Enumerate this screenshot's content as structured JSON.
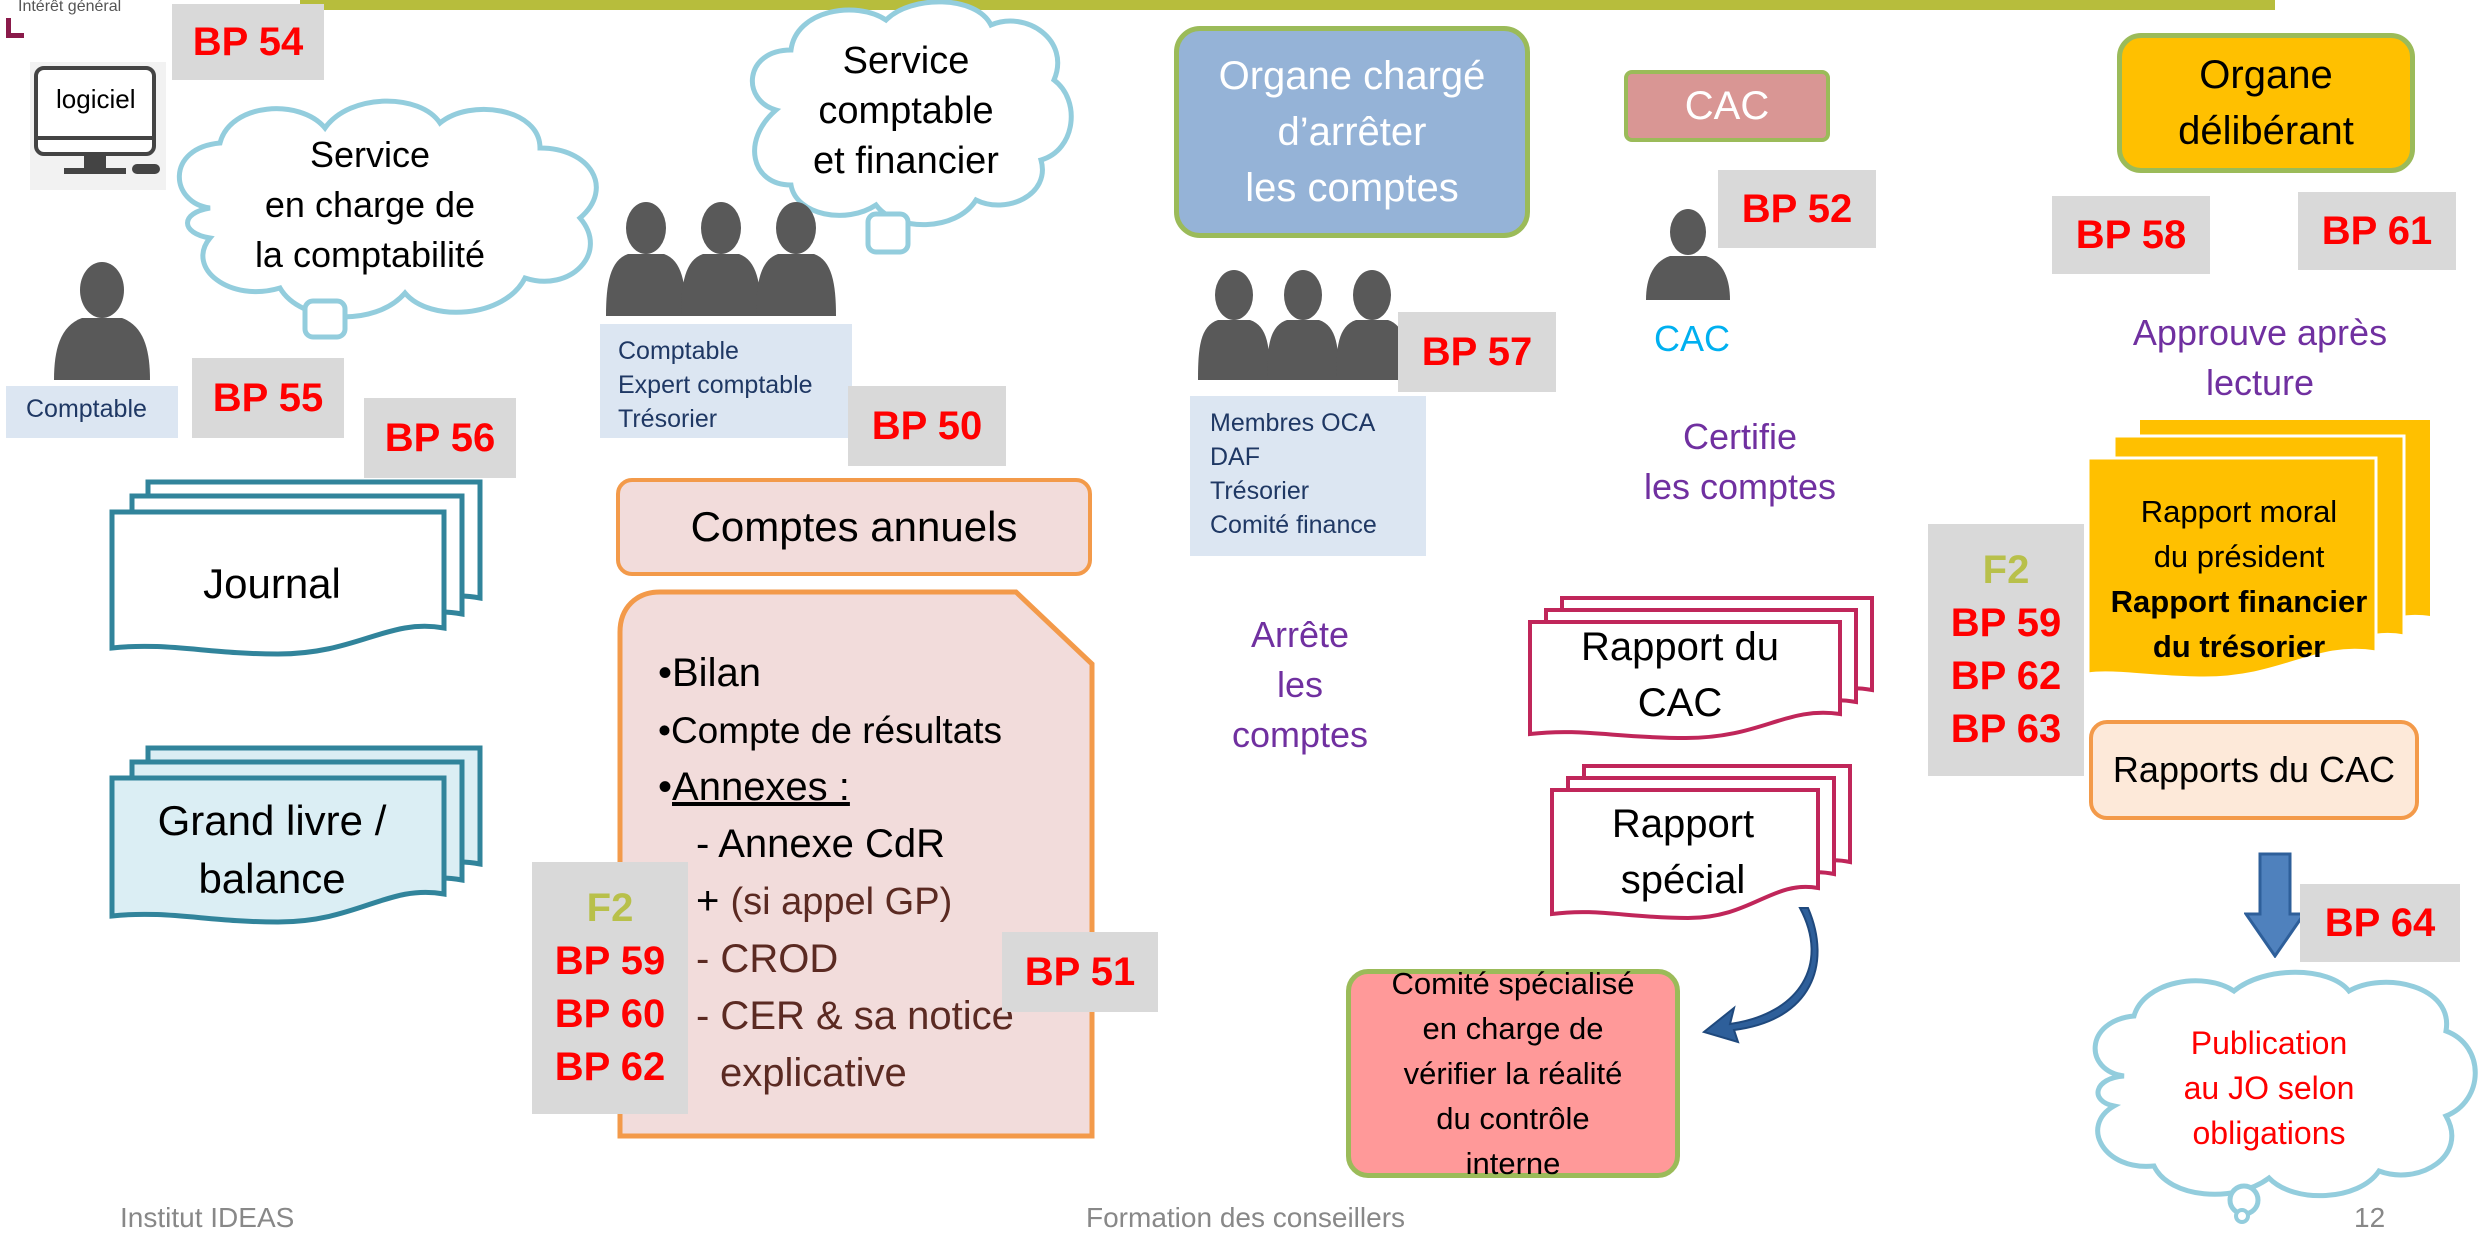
{
  "header": {
    "logo_text": "Intérêt général"
  },
  "badges": {
    "bp54": "BP 54",
    "bp55": "BP 55",
    "bp56": "BP 56",
    "bp50": "BP 50",
    "bp51": "BP 51",
    "bp57": "BP 57",
    "bp52": "BP 52",
    "bp58": "BP 58",
    "bp61": "BP 61",
    "bp64": "BP 64"
  },
  "left": {
    "logiciel": "logiciel",
    "cloud_lines": [
      "Service",
      "en charge de",
      "la comptabilité"
    ],
    "comptable": "Comptable",
    "journal": "Journal",
    "grand_livre_lines": [
      "Grand livre /",
      "balance"
    ]
  },
  "center_left": {
    "cloud_lines": [
      "Service",
      "comptable",
      "et financier"
    ],
    "roles": [
      "Comptable",
      "Expert comptable",
      "Trésorier"
    ],
    "comptes_annuels": "Comptes annuels",
    "items": {
      "bilan": "•Bilan",
      "compte_resultats": "•Compte de résultats",
      "annexes_bullet": "•",
      "annexes": "Annexes :",
      "annexe_cdr": "- Annexe CdR",
      "appel_gp_plus": "+",
      "appel_gp": "(si appel GP)",
      "crod": "- CROD",
      "cer": "- CER & sa notice",
      "cer2": "explicative"
    },
    "stack": {
      "f2": "F2",
      "bp1": "BP 59",
      "bp2": "BP 60",
      "bp3": "BP 62"
    }
  },
  "middle": {
    "organe_lines": [
      "Organe chargé",
      "d’arrêter",
      "les comptes"
    ],
    "roles": [
      "Membres OCA",
      "DAF",
      "Trésorier",
      "Comité finance"
    ],
    "arrete_lines": [
      "Arrête",
      "les",
      "comptes"
    ]
  },
  "cac": {
    "title": "CAC",
    "person_label": "CAC",
    "certifie_lines": [
      "Certifie",
      "les comptes"
    ],
    "rapport_du_cac_lines": [
      "Rapport du",
      "CAC"
    ],
    "rapport_special_lines": [
      "Rapport",
      "spécial"
    ],
    "comite_lines": [
      "Comité spécialisé",
      "en charge de",
      "vérifier la réalité",
      "du contrôle",
      "interne"
    ]
  },
  "right": {
    "organe_lines": [
      "Organe",
      "délibérant"
    ],
    "approuve_lines": [
      "Approuve après",
      "lecture"
    ],
    "rapport_moral_lines": [
      "Rapport moral",
      "du président"
    ],
    "rapport_financier_lines": [
      "Rapport financier",
      "du trésorier"
    ],
    "stack": {
      "f2": "F2",
      "bp1": "BP 59",
      "bp2": "BP 62",
      "bp3": "BP 63"
    },
    "rapports_cac": "Rapports du CAC",
    "publication_lines": [
      "Publication",
      "au  JO selon",
      "obligations"
    ]
  },
  "footer": {
    "left": "Institut IDEAS",
    "center": "Formation des conseillers",
    "page": "12"
  },
  "colors": {
    "accent_bar": "#b7bd3c",
    "badge_text": "#ff0000",
    "purple_text": "#7030a0",
    "cloud_stroke": "#93cddd"
  }
}
